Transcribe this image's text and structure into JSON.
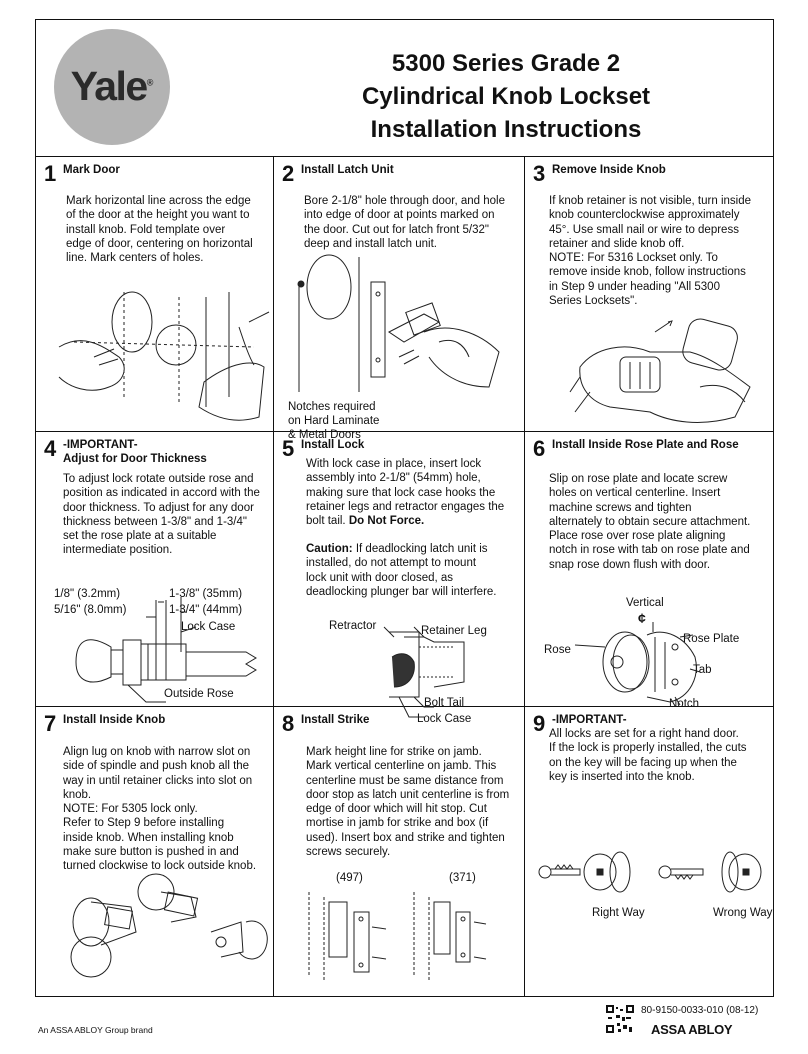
{
  "brand": {
    "logo": "Yale",
    "logo_mark": "®"
  },
  "title": {
    "line1": "5300 Series Grade 2",
    "line2": "Cylindrical Knob Lockset",
    "line3": "Installation Instructions"
  },
  "steps": [
    {
      "number": "1",
      "title": "Mark Door",
      "body": "Mark horizontal line across the edge\nof the door at the height you want to\ninstall knob. Fold template over\nedge of door, centering on horizontal\nline. Mark centers of holes."
    },
    {
      "number": "2",
      "title": "Install Latch Unit",
      "body": "Bore 2-1/8\" hole through door, and hole\ninto edge of door at points marked on\nthe door. Cut out for latch front 5/32\"\ndeep and install latch unit.",
      "note": "Notches required\non Hard Laminate\n& Metal Doors"
    },
    {
      "number": "3",
      "title": "Remove Inside Knob",
      "body": "If knob retainer is not visible, turn inside\nknob counterclockwise approximately\n45°. Use small nail or wire to depress\nretainer and slide knob off.\nNOTE: For 5316 Lockset only. To\nremove inside knob, follow instructions\nin Step 9 under heading \"All 5300\nSeries Locksets\"."
    },
    {
      "number": "4",
      "title": "-IMPORTANT-\nAdjust for Door Thickness",
      "body": "To adjust lock rotate outside rose and\nposition as indicated in accord with the\ndoor thickness. To adjust for any door\nthickness between 1-3/8\" and 1-3/4\"\nset the rose plate at a suitable\nintermediate position.",
      "labels": {
        "a": "1/8\" (3.2mm)",
        "b": "5/16\" (8.0mm)",
        "c": "1-3/8\" (35mm)",
        "d": "1-3/4\" (44mm)",
        "lock_case": "Lock Case",
        "outside_rose": "Outside Rose"
      }
    },
    {
      "number": "5",
      "title": "Install Lock",
      "body": "With lock case in place, insert lock\nassembly into 2-1/8\" (54mm) hole,\nmaking sure that lock case hooks the\nretainer legs and retractor engages the\nbolt tail. ",
      "body_bold": "Do Not Force.",
      "caution_label": "Caution:",
      "caution": " If deadlocking latch unit is\ninstalled, do not attempt to mount\nlock unit with door closed, as\ndeadlocking plunger bar will interfere.",
      "labels": {
        "retractor": "Retractor",
        "retainer_leg": "Retainer Leg",
        "bolt_tail": "Bolt Tail",
        "lock_case": "Lock Case"
      }
    },
    {
      "number": "6",
      "title": "Install Inside Rose Plate and Rose",
      "body": "Slip on rose plate and locate screw\nholes on vertical centerline. Insert\nmachine screws and tighten\nalternately to obtain secure attachment.\nPlace rose over rose plate aligning\nnotch in rose with tab on rose plate and\nsnap rose down flush with door.",
      "labels": {
        "vertical": "Vertical",
        "centerline": "¢",
        "rose": "Rose",
        "rose_plate": "Rose Plate",
        "tab": "Tab",
        "notch": "Notch"
      }
    },
    {
      "number": "7",
      "title": "Install Inside Knob",
      "body": "Align lug on knob with narrow slot on\nside of spindle and push knob all the\nway in until retainer clicks into slot on\nknob.\nNOTE: For 5305 lock only.\nRefer to Step 9 before installing\ninside knob. When installing knob\nmake sure button is pushed in and\nturned clockwise to lock outside knob."
    },
    {
      "number": "8",
      "title": "Install Strike",
      "body": "Mark height line for strike on jamb.\nMark vertical centerline on jamb. This\ncenterline must be same distance from\ndoor stop as latch unit centerline is from\nedge of door which will hit stop. Cut\nmortise in jamb for strike and box (if\nused). Insert box and strike and tighten\nscrews securely.",
      "labels": {
        "strike_a": "(497)",
        "strike_b": "(371)"
      }
    },
    {
      "number": "9",
      "title": "-IMPORTANT-",
      "body": "All locks are set for a right hand door.\nIf the lock is properly installed, the cuts\non the key will be facing up when the\nkey is inserted into the knob.",
      "labels": {
        "right_way": "Right Way",
        "wrong_way": "Wrong Way"
      }
    }
  ],
  "footer": {
    "group_brand": "An ASSA ABLOY Group brand",
    "doc_code": "80-9150-0033-010 (08-12)",
    "company": "ASSA ABLOY"
  }
}
